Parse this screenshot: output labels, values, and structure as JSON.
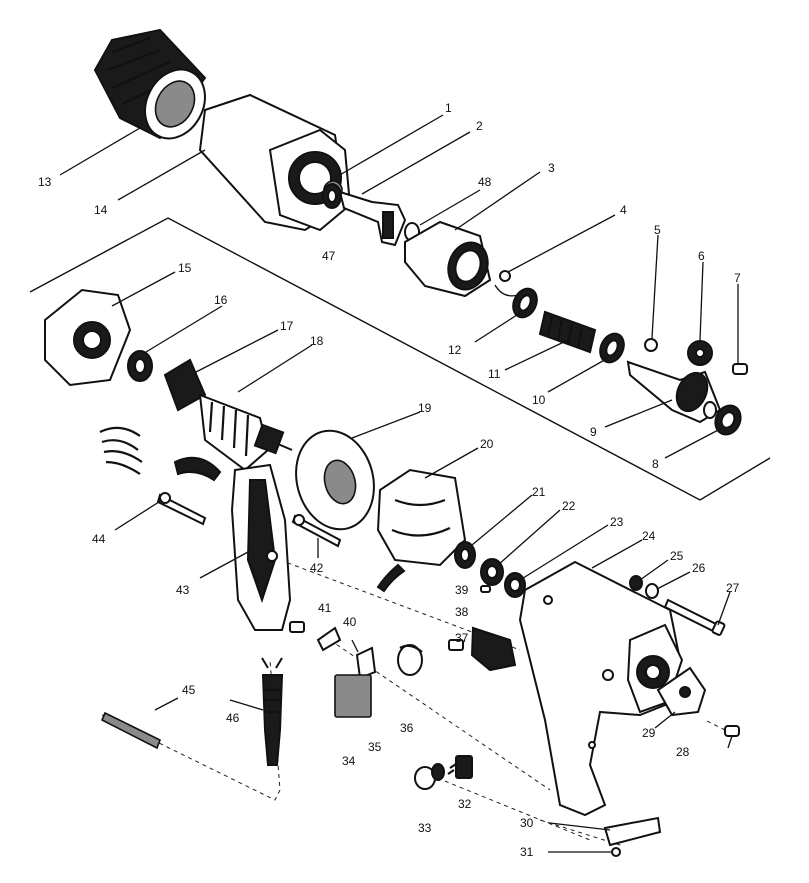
{
  "labels": {
    "p1": "1",
    "p2": "2",
    "p3": "3",
    "p4": "4",
    "p5": "5",
    "p6": "6",
    "p7": "7",
    "p8": "8",
    "p9": "9",
    "p10": "10",
    "p11": "11",
    "p12": "12",
    "p13": "13",
    "p14": "14",
    "p15": "15",
    "p16": "16",
    "p17": "17",
    "p18": "18",
    "p19": "19",
    "p20": "20",
    "p21": "21",
    "p22": "22",
    "p23": "23",
    "p24": "24",
    "p25": "25",
    "p26": "26",
    "p27": "27",
    "p28": "28",
    "p29": "29",
    "p30": "30",
    "p31": "31",
    "p32": "32",
    "p33": "33",
    "p34": "34",
    "p35": "35",
    "p36": "36",
    "p37": "37",
    "p38": "38",
    "p39": "39",
    "p40": "40",
    "p41": "41",
    "p42": "42",
    "p43": "43",
    "p44": "44",
    "p45": "45",
    "p46": "46",
    "p47": "47",
    "p48": "48"
  }
}
